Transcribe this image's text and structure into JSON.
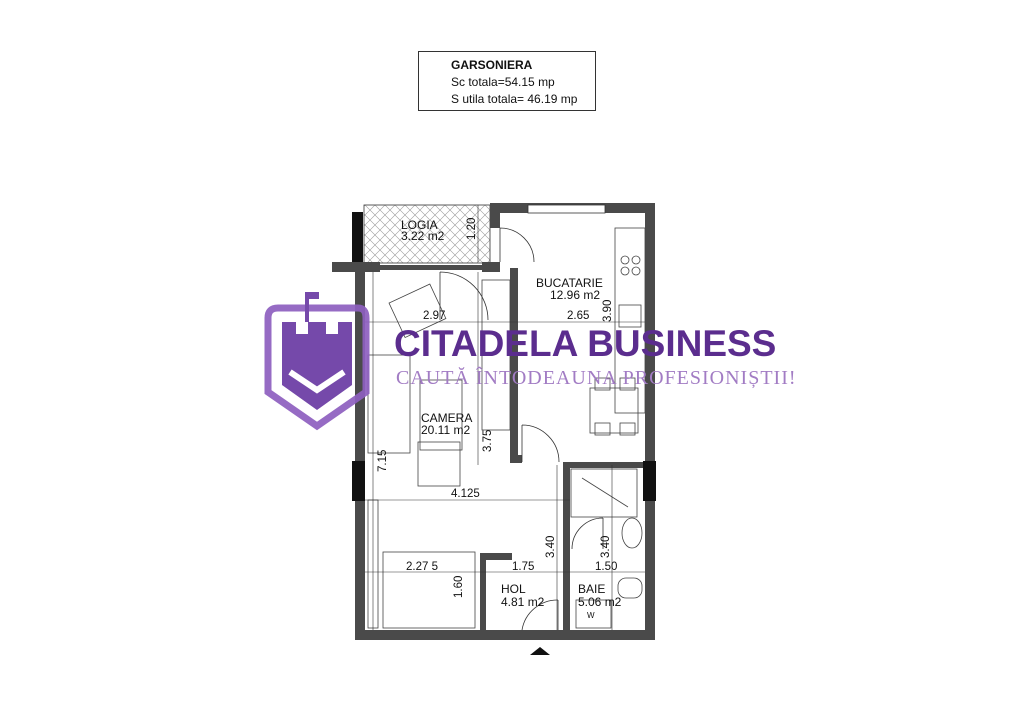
{
  "summary": {
    "title": "GARSONIERA",
    "total_built_area": "Sc totala=54.15 mp",
    "total_usable_area": "S utila totala= 46.19 mp"
  },
  "rooms": {
    "logia": {
      "name": "LOGIA",
      "area": "3.22 m2"
    },
    "kitchen": {
      "name": "BUCATARIE",
      "area": "12.96 m2"
    },
    "room": {
      "name": "CAMERA",
      "area": "20.11 m2"
    },
    "hall": {
      "name": "HOL",
      "area": "4.81 m2"
    },
    "bath": {
      "name": "BAIE",
      "area": "5.06 m2"
    }
  },
  "dimensions": {
    "logia_depth": "1.20",
    "room_width_top": "2.97",
    "kitchen_width": "2.65",
    "kitchen_depth": "3.90",
    "room_depth": "3.75",
    "total_depth": "7.15",
    "room_width": "4.125",
    "hall_depth": "3.40",
    "bath_depth": "3.40",
    "bed_zone_width": "2.27 5",
    "hall_width": "1.75",
    "bath_width": "1.50",
    "bed_zone_depth": "1.60",
    "washer_mark": "W"
  },
  "watermark": {
    "brand": "CITADELA BUSINESS",
    "slogan": "CAUTĂ ÎNTODEAUNA PROFESIONIȘTII!",
    "brand_color": "#5b2d8e",
    "slogan_color": "#a27cc4"
  },
  "colors": {
    "wall": "#4a4a4a",
    "column": "#111111"
  }
}
